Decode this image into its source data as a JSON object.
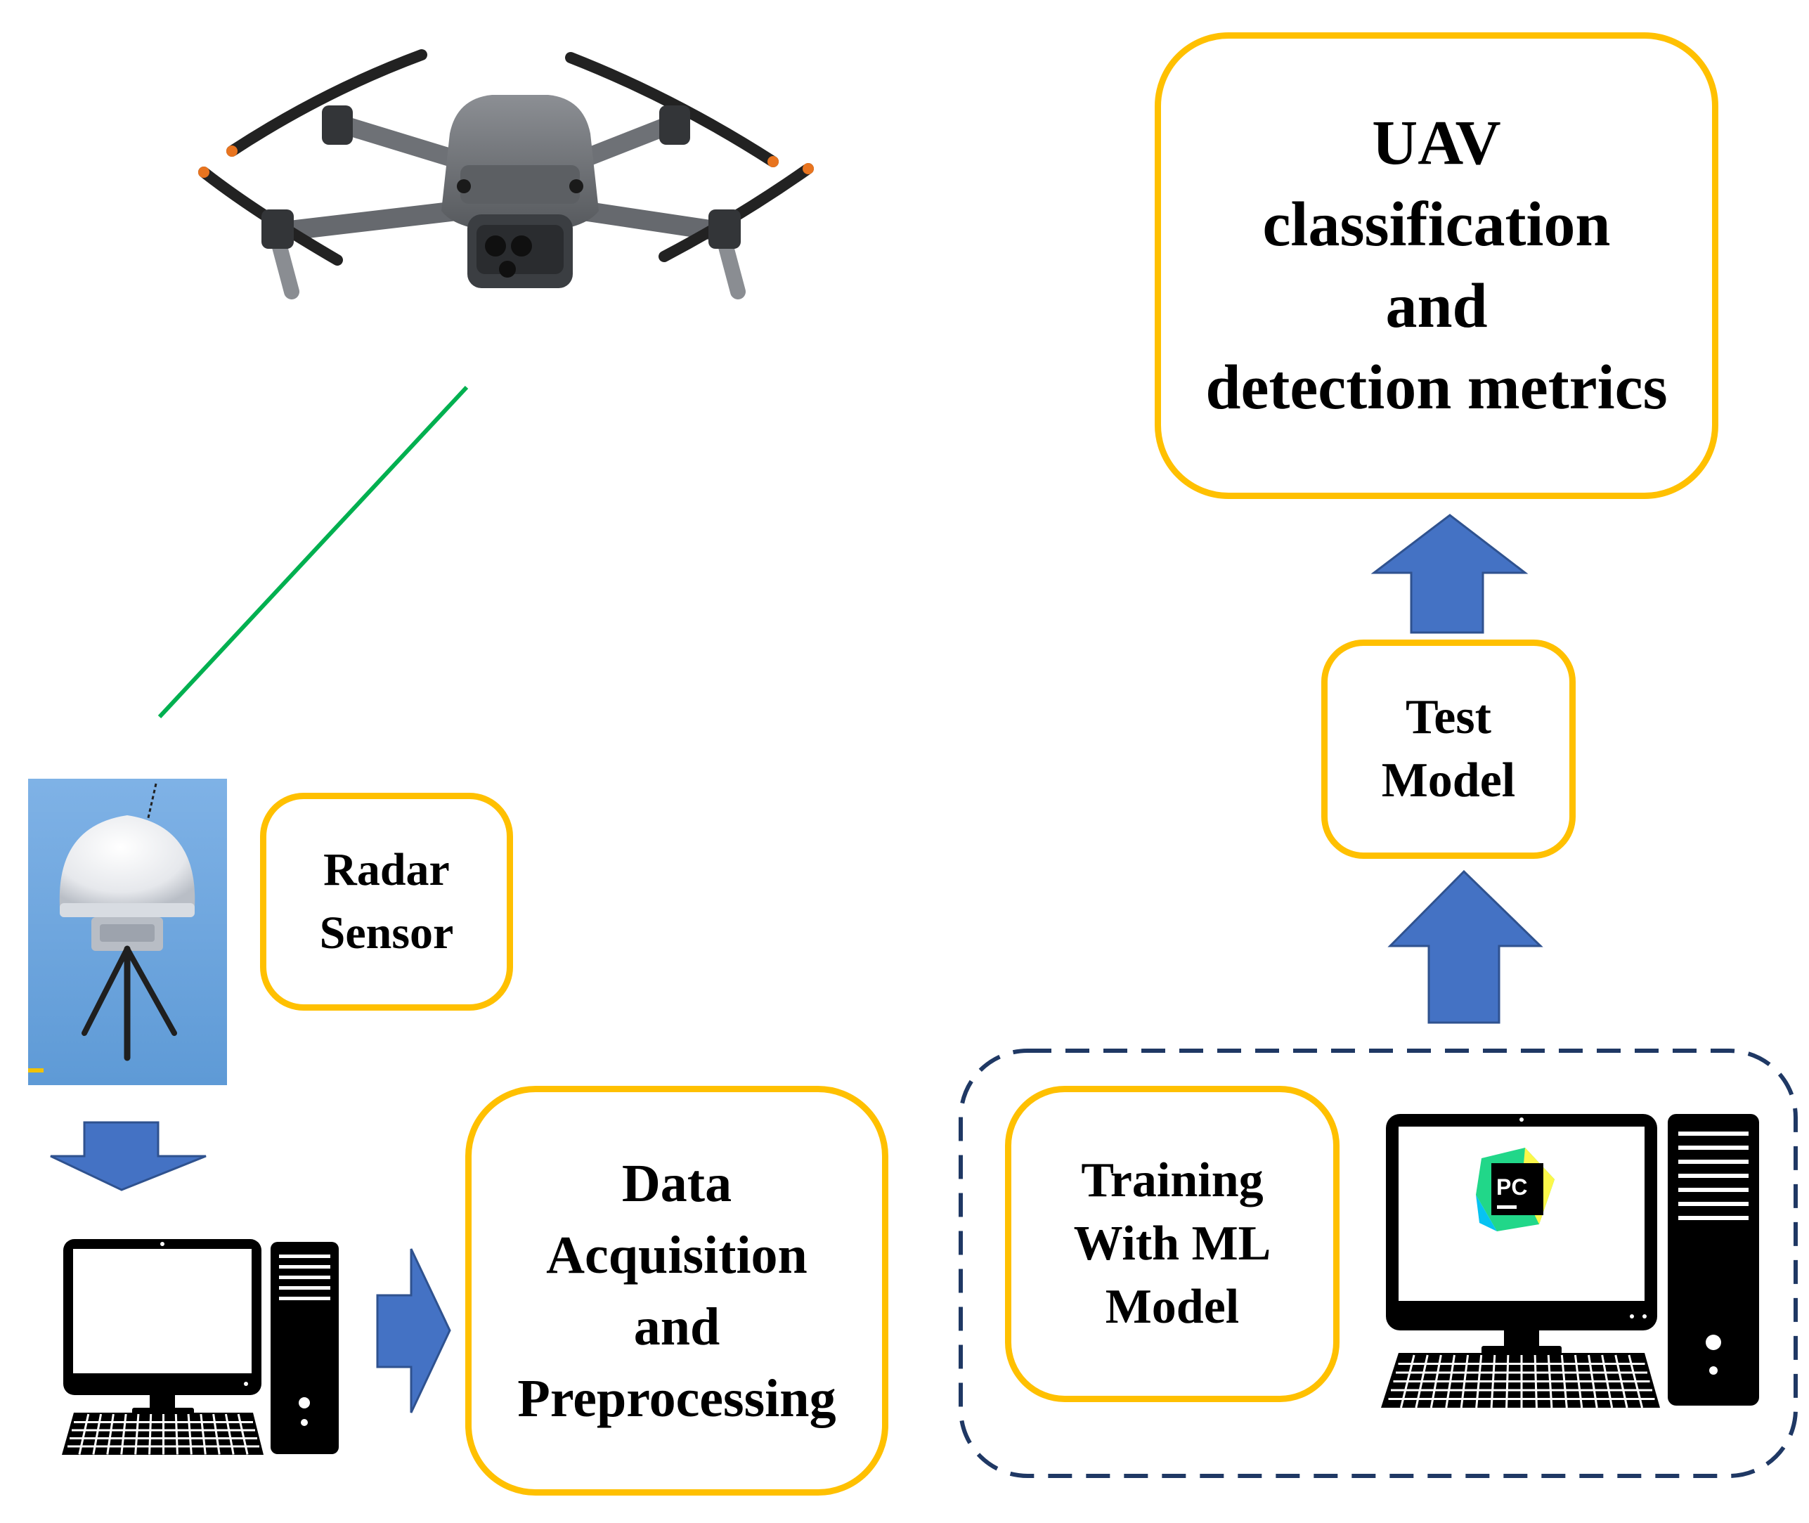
{
  "diagram": {
    "colors": {
      "box_border": "#FFC000",
      "arrow_fill": "#4472C4",
      "arrow_stroke": "#2F528F",
      "signal_line": "#00B050",
      "dashed_group": "#1F3864",
      "radar_background": "#6FA8DC"
    },
    "nodes": {
      "metrics": {
        "lines": [
          "UAV",
          "classification",
          "and",
          "detection metrics"
        ]
      },
      "test_model": {
        "lines": [
          "Test",
          "Model"
        ]
      },
      "radar_sensor": {
        "lines": [
          "Radar",
          "Sensor"
        ]
      },
      "data_acquisition": {
        "lines": [
          "Data",
          "Acquisition",
          "and",
          "Preprocessing"
        ]
      },
      "training": {
        "lines": [
          "Training",
          "With ML",
          "Model"
        ]
      }
    },
    "ide_logo": {
      "text": "PC"
    },
    "icons": [
      "drone-icon",
      "radar-sensor-icon",
      "computer-icon",
      "workstation-icon",
      "pycharm-logo-icon"
    ]
  }
}
